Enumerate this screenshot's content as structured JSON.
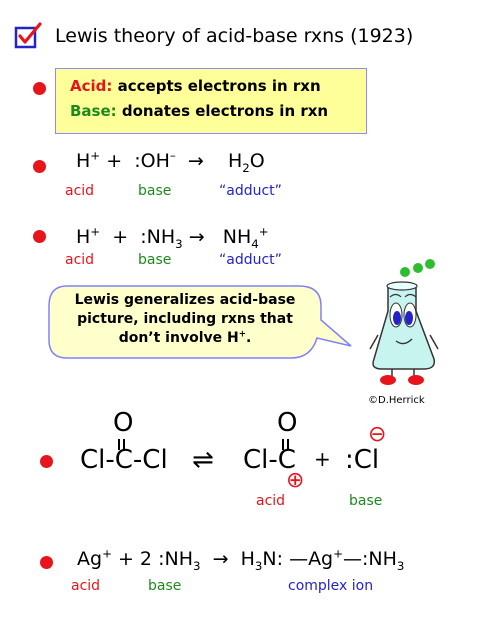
{
  "title": "Lewis theory of acid-base rxns (1923)",
  "definitions": {
    "acid_label": "Acid:",
    "acid_text": "accepts electrons in rxn",
    "base_label": "Base:",
    "base_text": "donates electrons in rxn"
  },
  "eq1": {
    "h": "H",
    "h_charge": "+",
    "plus": "+",
    "oh": ":OH",
    "oh_charge": "–",
    "arrow": "→",
    "water_h": "H",
    "water_sub": "2",
    "water_o": "O",
    "label_acid": "acid",
    "label_base": "base",
    "label_adduct": "“adduct”"
  },
  "eq2": {
    "h": "H",
    "h_charge": "+",
    "plus": "+",
    "nh": ":NH",
    "nh_sub": "3",
    "arrow": "→",
    "nh4": "NH",
    "nh4_sub": "4",
    "nh4_charge": "+",
    "label_acid": "acid",
    "label_base": "base",
    "label_adduct": "“adduct”"
  },
  "bubble": {
    "line1": "Lewis generalizes acid-base",
    "line2": "picture, including rxns that",
    "line3": "don’t involve H",
    "line3_charge": "+",
    "line3_end": "."
  },
  "credit": "©D.Herrick",
  "eq3": {
    "o": "O",
    "left": "Cl-C-Cl",
    "equilibrium": "⇌",
    "right": "Cl-C",
    "plus": "+",
    "cl": ":Cl",
    "plus_charge": "⊕",
    "minus_charge": "⊖",
    "label_acid": "acid",
    "label_base": "base"
  },
  "eq4": {
    "ag": "Ag",
    "ag_charge": "+",
    "plus": "+ 2",
    "nh": ":NH",
    "nh_sub": "3",
    "arrow": "→",
    "h3n": "H",
    "h3n_sub": "3",
    "h3n_end": "N:",
    "bond1": "—",
    "ag2": "Ag",
    "ag2_charge": "+",
    "bond2": "—",
    "nh2": ":NH",
    "nh2_sub": "3",
    "label_acid": "acid",
    "label_base": "base",
    "label_complex": "complex ion"
  },
  "colors": {
    "red": "#e8141b",
    "green": "#1e8a1e",
    "blue": "#2323c8",
    "box": "#ffff99",
    "bubble": "#ffffcc"
  }
}
